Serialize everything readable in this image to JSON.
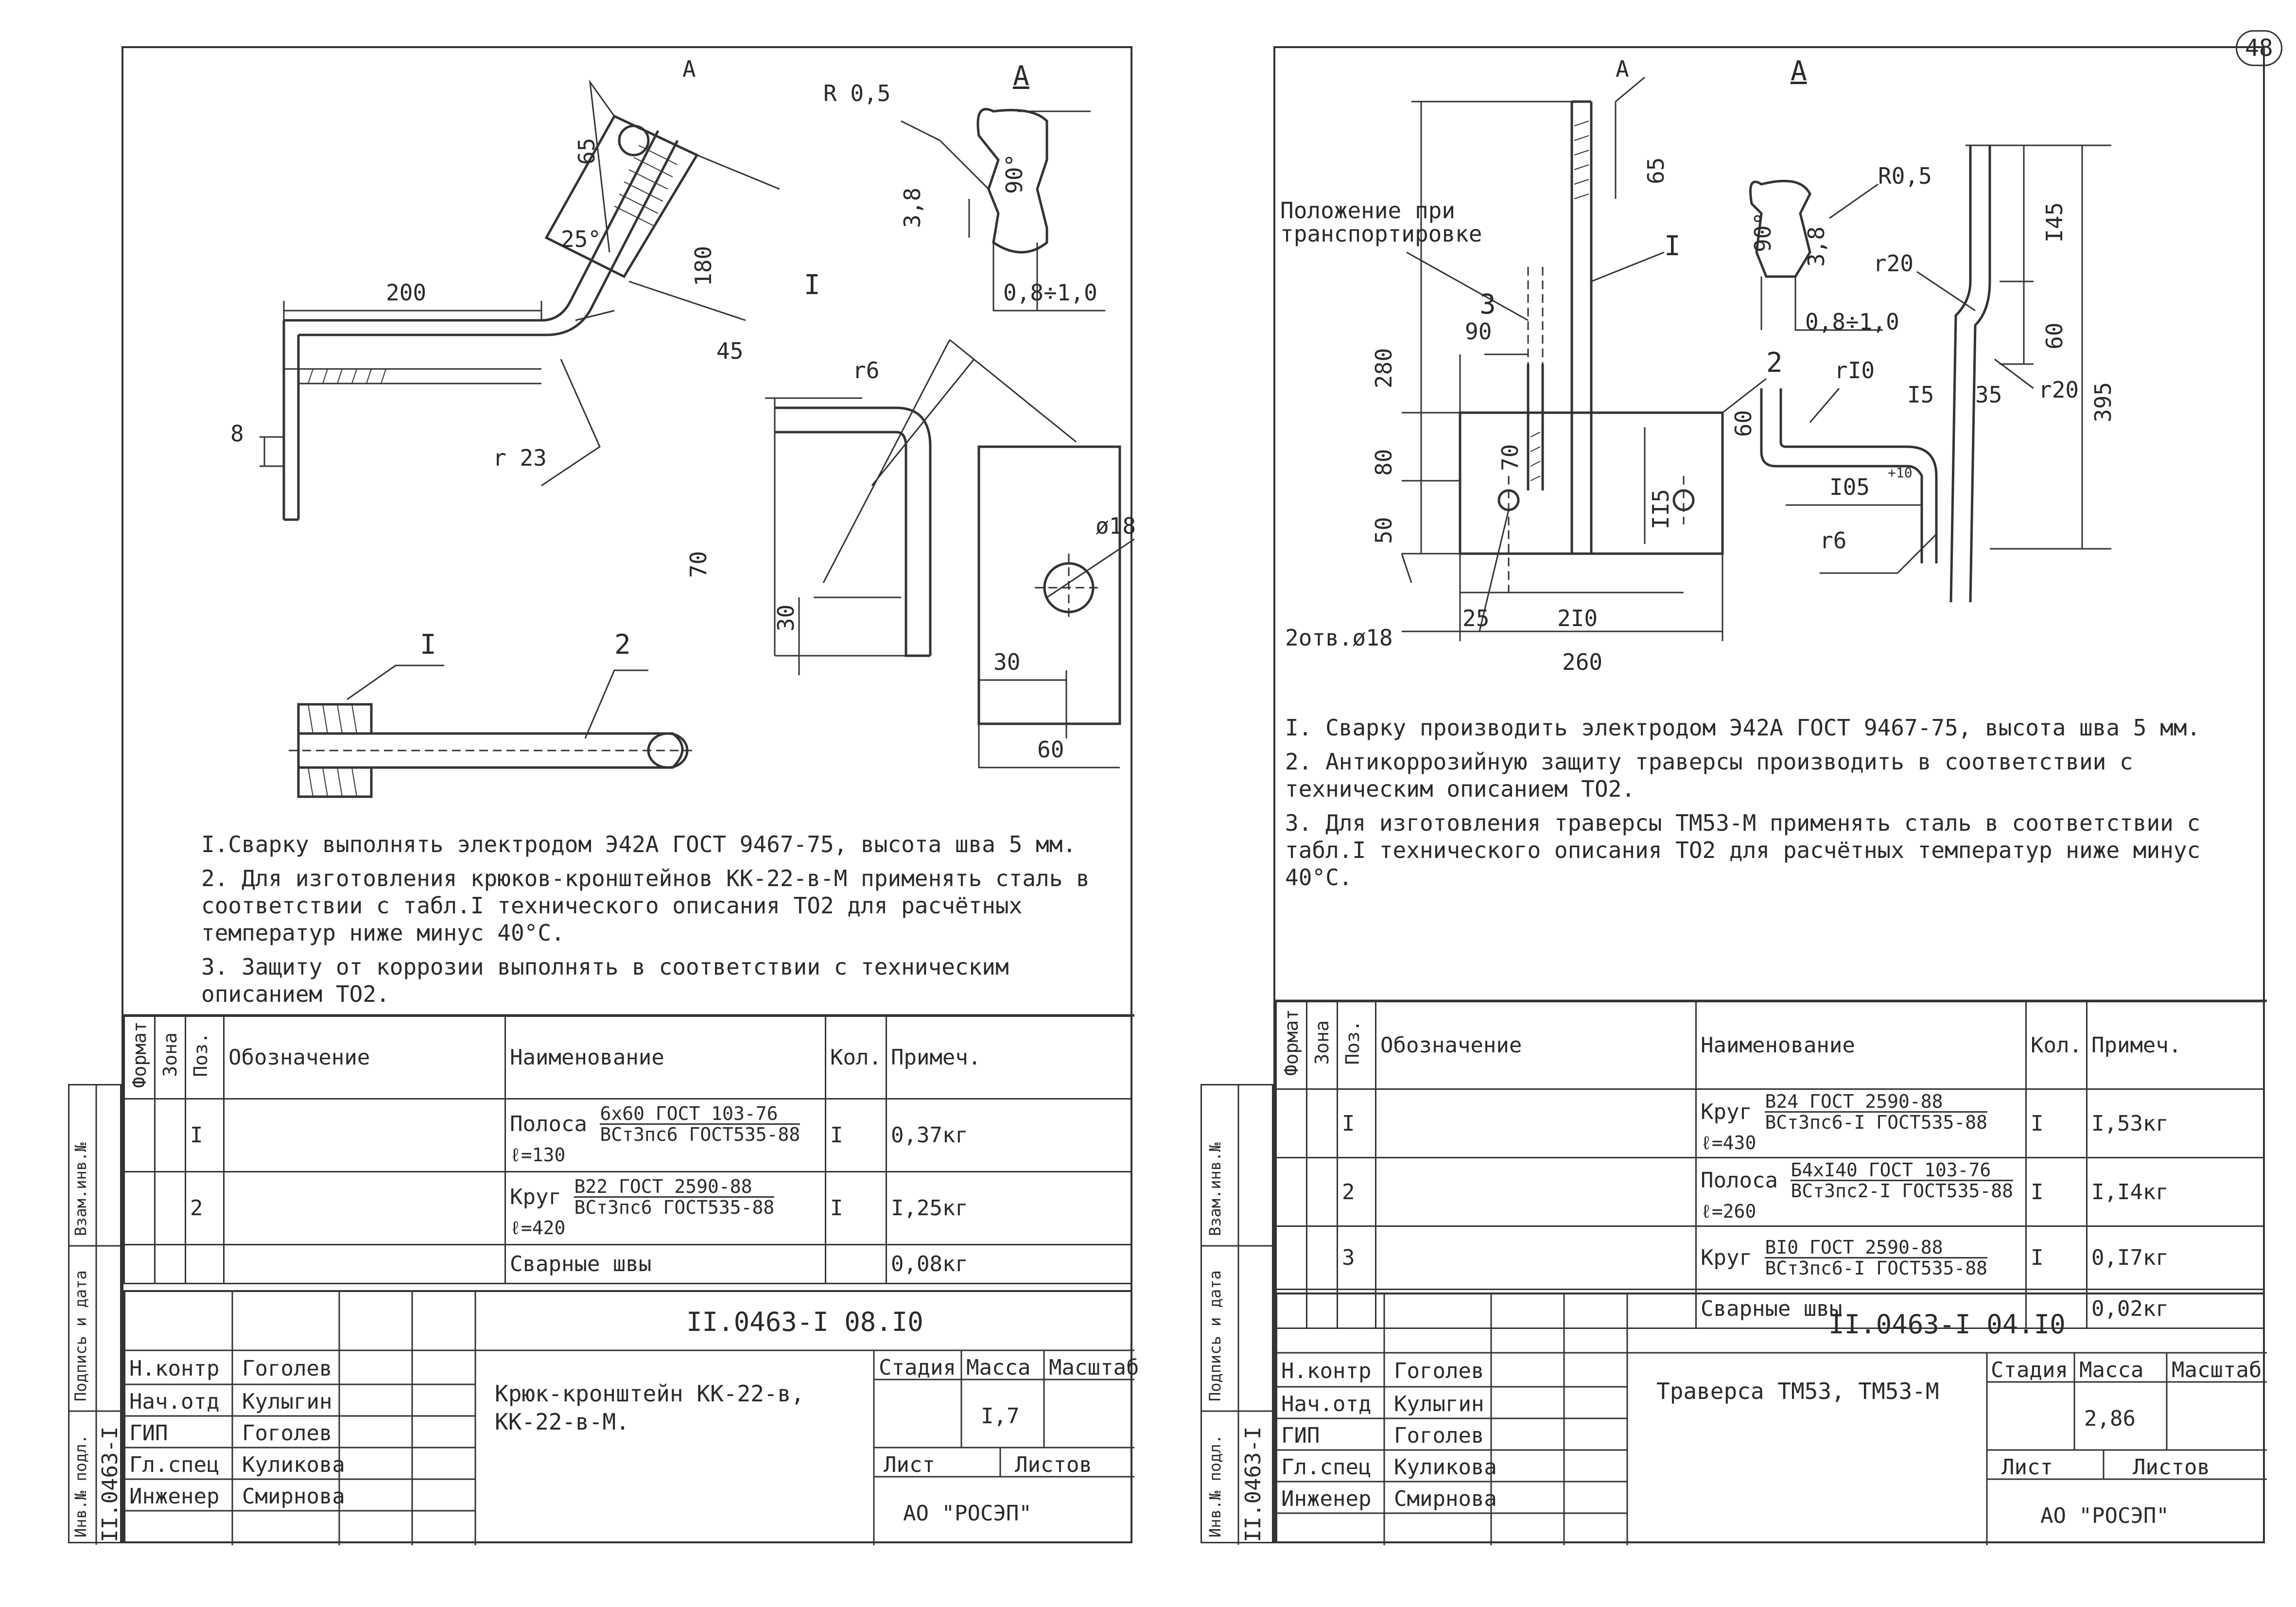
{
  "page_number": "48",
  "left": {
    "labels": {
      "view_a_top": "А",
      "view_a": "А",
      "r05": "R 0,5",
      "d65": "65",
      "d25": "25°",
      "d180": "180",
      "d200": "200",
      "d8": "8",
      "r23": "r 23",
      "d38": "3,8",
      "d90": "90°",
      "d08": "0,8÷1,0",
      "pos1_top": "I",
      "d45": "45",
      "r6": "r6",
      "d70": "70",
      "d30v": "30",
      "d30h": "30",
      "d60": "60",
      "d18": "ø18",
      "pos1_bottom": "I",
      "pos2_bottom": "2"
    },
    "notes": [
      "I.Сварку выполнять электродом Э42А ГОСТ 9467-75, высота шва 5 мм.",
      "2. Для изготовления крюков-кронштейнов КК-22-в-М применять сталь в соответствии с табл.I технического описания ТО2 для расчётных температур ниже минус 40°С.",
      "3. Защиту от коррозии выполнять в соответствии с техническим описанием ТО2."
    ],
    "table": {
      "headers": [
        "Формат",
        "Зона",
        "Поз.",
        "Обозначение",
        "Наименование",
        "Кол.",
        "Примеч."
      ],
      "rows": [
        {
          "pos": "I",
          "name": "Полоса",
          "spec_top": "6х60 ГОСТ 103-76",
          "spec_bottom": "ВСт3пс6 ГОСТ535-88",
          "len": "ℓ=130",
          "qty": "I",
          "note": "0,37кг"
        },
        {
          "pos": "2",
          "name": "Круг",
          "spec_top": "В22 ГОСТ 2590-88",
          "spec_bottom": "ВСт3пс6 ГОСТ535-88",
          "len": "ℓ=420",
          "qty": "I",
          "note": "I,25кг"
        }
      ],
      "welds": "Сварные швы",
      "welds_note": "0,08кг"
    },
    "stamp": {
      "doc_no": "II.0463-I 08.I0",
      "roles": [
        "Н.контр",
        "Нач.отд",
        "ГИП",
        "Гл.спец",
        "Инженер"
      ],
      "names": [
        "Гоголев",
        "Кулыгин",
        "Гоголев",
        "Куликова",
        "Смирнова"
      ],
      "title": "Крюк-кронштейн КК-22-в, КК-22-в-М.",
      "stage": "Стадия",
      "mass": "Масса",
      "scale": "Масштаб",
      "mass_value": "I,7",
      "sheet": "Лист",
      "sheets": "Листов",
      "org": "АО \"РОСЭП\""
    },
    "side": {
      "inv": "II.0463-I",
      "f1": "Инв.№ подл.",
      "f2": "Подпись и дата",
      "f3": "Взам.инв.№"
    }
  },
  "right": {
    "labels": {
      "a1": "А",
      "a2": "А",
      "transport": "Положение при транспортировке",
      "d65": "65",
      "d3": "3",
      "d90": "90",
      "d1": "I",
      "d2": "2",
      "d280": "280",
      "d80": "80",
      "d50": "50",
      "d70": "70",
      "d115": "II5",
      "holes": "2отв.ø18",
      "d25": "25",
      "d210": "2I0",
      "d260": "260",
      "r05": "R0,5",
      "d90deg": "90°",
      "d38": "3,8",
      "r20a": "r20",
      "d08": "0,8÷1,0",
      "d145": "I45",
      "d60a": "60",
      "r10": "rI0",
      "d15": "I5",
      "d35": "35",
      "r20b": "r20",
      "d395": "395",
      "d60b": "60",
      "d105": "I05",
      "d105tol": "+10",
      "r6": "r6"
    },
    "notes": [
      "I. Сварку производить электродом Э42А ГОСТ 9467-75, высота шва 5 мм.",
      "2. Антикоррозийную защиту траверсы производить в соответствии с техническим описанием ТО2.",
      "3. Для изготовления траверсы ТМ53-М применять сталь в соответствии с табл.I технического описания ТО2 для расчётных температур ниже минус 40°С."
    ],
    "table": {
      "headers": [
        "Формат",
        "Зона",
        "Поз.",
        "Обозначение",
        "Наименование",
        "Кол.",
        "Примеч."
      ],
      "rows": [
        {
          "pos": "I",
          "name": "Круг",
          "spec_top": "В24 ГОСТ 2590-88",
          "spec_bottom": "ВСт3пс6-I ГОСТ535-88",
          "len": "ℓ=430",
          "qty": "I",
          "note": "I,53кг"
        },
        {
          "pos": "2",
          "name": "Полоса",
          "spec_top": "Б4хI40 ГОСТ 103-76",
          "spec_bottom": "ВСт3пс2-I ГОСТ535-88",
          "len": "ℓ=260",
          "qty": "I",
          "note": "I,I4кг"
        },
        {
          "pos": "3",
          "name": "Круг",
          "spec_top": "ВI0 ГОСТ 2590-88",
          "spec_bottom": "ВСт3пс6-I ГОСТ535-88",
          "len": "",
          "qty": "I",
          "note": "0,I7кг"
        }
      ],
      "welds": "Сварные швы",
      "welds_note": "0,02кг"
    },
    "stamp": {
      "doc_no": "II.0463-I 04.I0",
      "roles": [
        "Н.контр",
        "Нач.отд",
        "ГИП",
        "Гл.спец",
        "Инженер"
      ],
      "names": [
        "Гоголев",
        "Кулыгин",
        "Гоголев",
        "Куликова",
        "Смирнова"
      ],
      "title": "Траверса ТМ53, ТМ53-М",
      "stage": "Стадия",
      "mass": "Масса",
      "scale": "Масштаб",
      "mass_value": "2,86",
      "sheet": "Лист",
      "sheets": "Листов",
      "org": "АО \"РОСЭП\""
    },
    "side": {
      "inv": "II.0463-I",
      "f1": "Инв.№ подл.",
      "f2": "Подпись и дата",
      "f3": "Взам.инв.№"
    }
  }
}
